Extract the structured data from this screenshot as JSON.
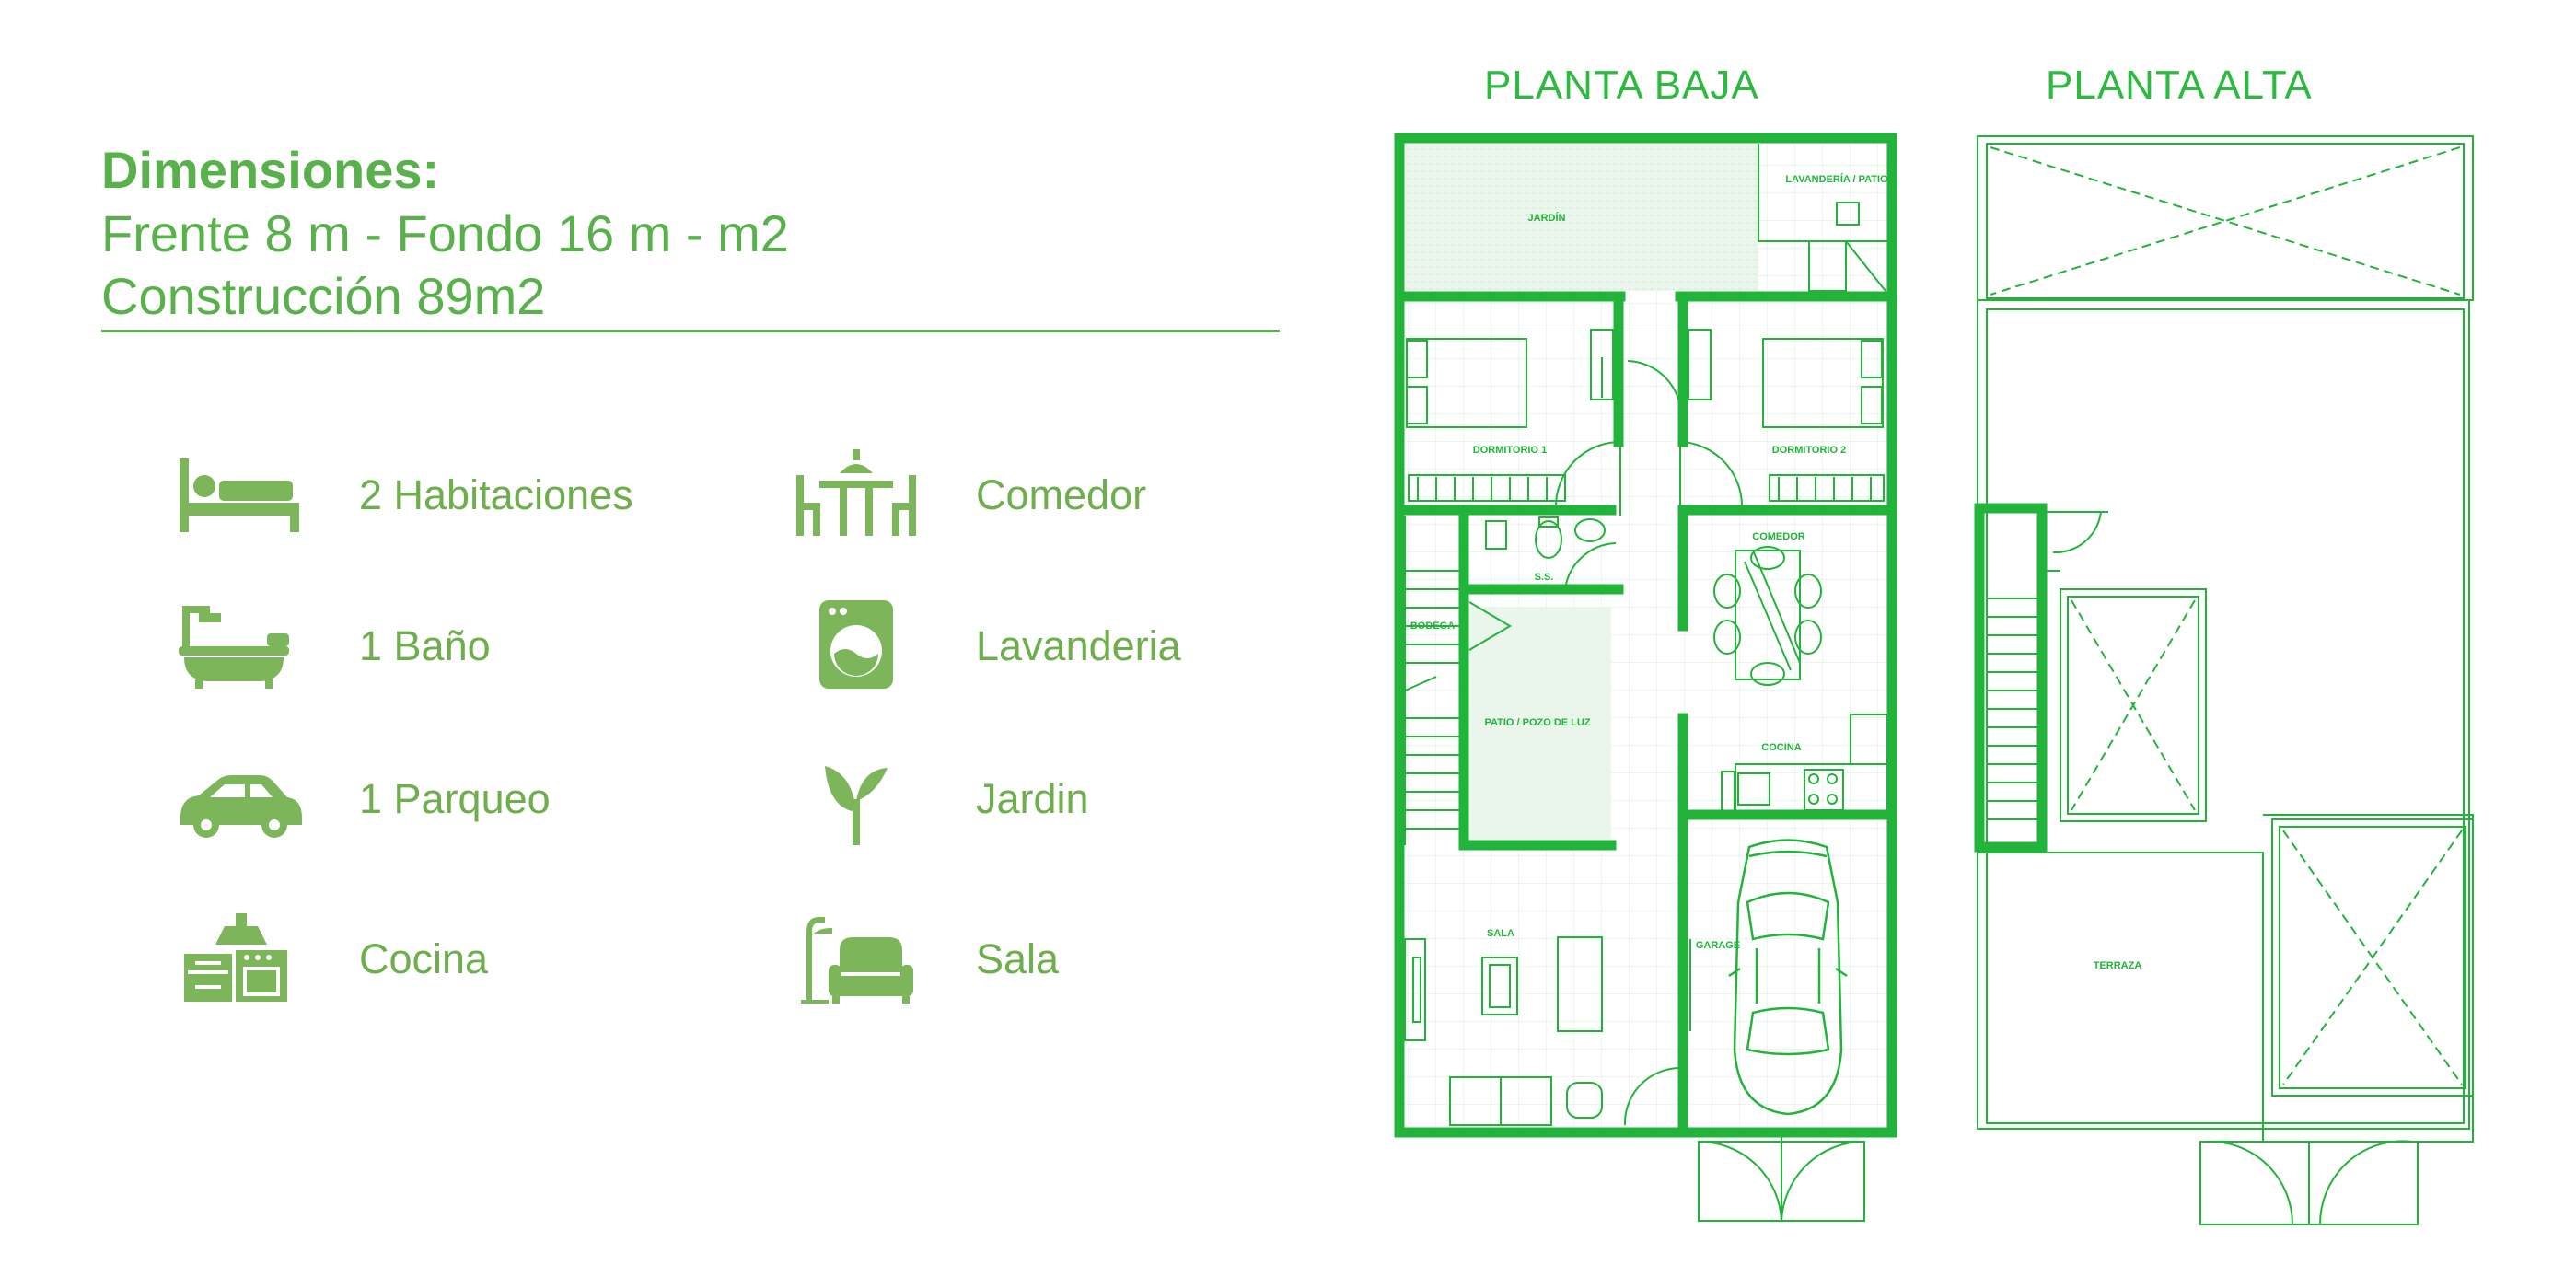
{
  "heading": {
    "title": "Dimensiones:",
    "line1": "Frente 8 m - Fondo 16 m - m2",
    "line2": "Construcción 89m2"
  },
  "features": [
    {
      "label": "2 Habitaciones",
      "icon": "bed-icon"
    },
    {
      "label": "Comedor",
      "icon": "dining-table-icon"
    },
    {
      "label": "1 Baño",
      "icon": "bathtub-icon"
    },
    {
      "label": "Lavanderia",
      "icon": "washing-machine-icon"
    },
    {
      "label": "1 Parqueo",
      "icon": "car-icon"
    },
    {
      "label": "Jardin",
      "icon": "plant-icon"
    },
    {
      "label": "Cocina",
      "icon": "kitchen-icon"
    },
    {
      "label": "Sala",
      "icon": "sofa-icon"
    }
  ],
  "plans": {
    "ground_title": "PLANTA BAJA",
    "upper_title": "PLANTA ALTA",
    "rooms": {
      "jardin": "JARDÍN",
      "lavanderia": "LAVANDERÍA / PATIO",
      "dorm1": "DORMITORIO 1",
      "dorm2": "DORMITORIO 2",
      "ss": "S.S.",
      "bodega": "BODEGA",
      "patio": "PATIO / POZO DE LUZ",
      "comedor": "COMEDOR",
      "cocina": "COCINA",
      "sala": "SALA",
      "garage": "GARAGE",
      "terraza": "TERRAZA"
    }
  },
  "colors": {
    "accent": "#58b14a",
    "icon": "#7cb55a",
    "plan": "#22b33a"
  }
}
